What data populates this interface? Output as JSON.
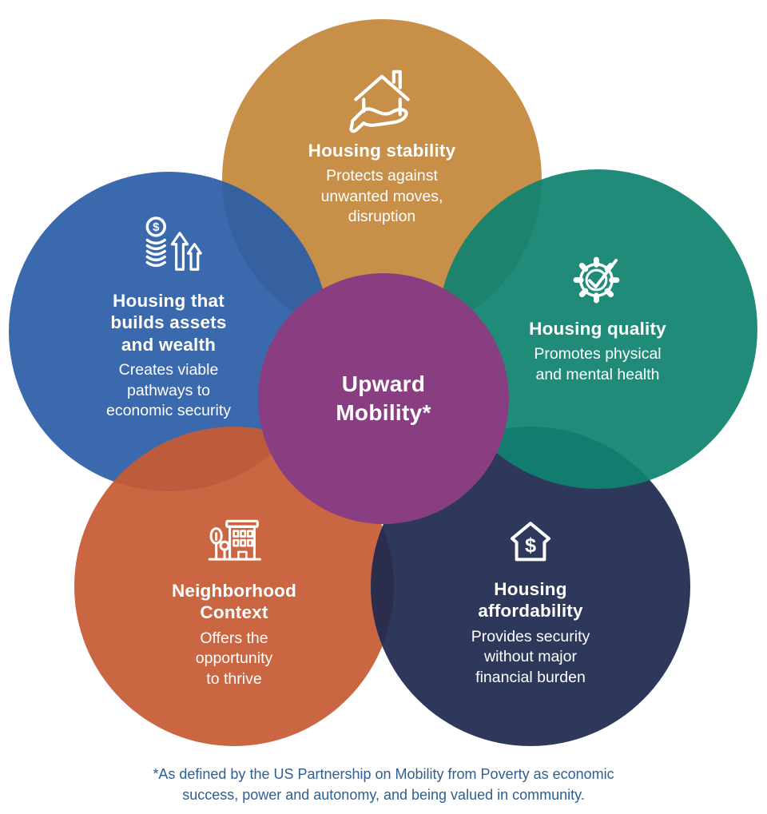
{
  "background_color": "#FFFFFF",
  "text_color": "#FFFFFF",
  "center_circle": {
    "label": "Upward\nMobility*",
    "color": "#893E81"
  },
  "petals": [
    {
      "name": "housing-stability",
      "color": "#C4873B",
      "icon": "house-in-hand-icon",
      "title": "Housing stability",
      "body": "Protects against\nunwanted moves,\ndisruption"
    },
    {
      "name": "housing-quality",
      "color": "#108270",
      "icon": "gear-check-icon",
      "title": "Housing quality",
      "body": "Promotes physical\nand mental health"
    },
    {
      "name": "housing-affordability",
      "color": "#1E294F",
      "icon": "house-dollar-icon",
      "title": "Housing\naffordability",
      "body": "Provides security\nwithout major\nfinancial burden"
    },
    {
      "name": "neighborhood-context",
      "color": "#C75A35",
      "icon": "building-trees-icon",
      "title": "Neighborhood\nContext",
      "body": "Offers the\nopportunity\nto thrive"
    },
    {
      "name": "housing-assets-wealth",
      "color": "#2B5EA7",
      "icon": "coins-growth-icon",
      "title": "Housing that\nbuilds assets\nand wealth",
      "body": "Creates viable\npathways to\neconomic security"
    }
  ],
  "footnote": {
    "text": "*As defined by the US Partnership on Mobility from Poverty as economic\nsuccess, power and autonomy, and being valued in community.",
    "color": "#2D5F92"
  }
}
